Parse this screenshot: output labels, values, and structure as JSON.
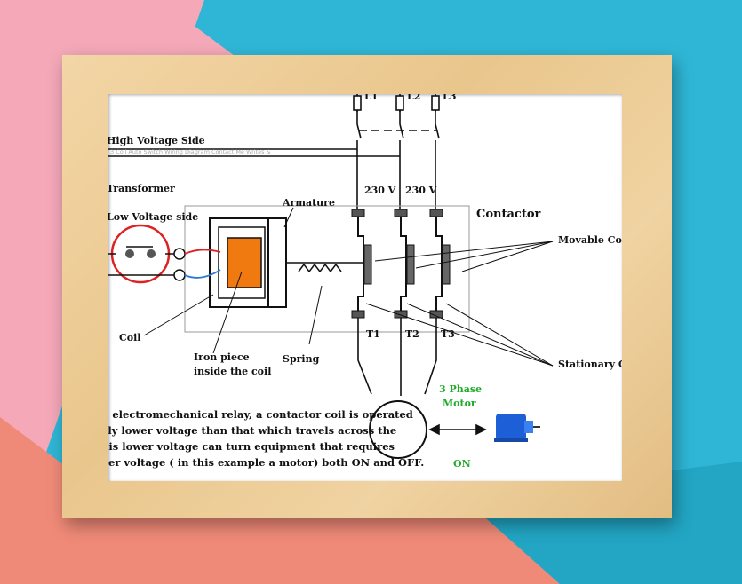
{
  "labels": {
    "l1": "L1",
    "l2": "L2",
    "l3": "L3",
    "high_voltage_side": "High Voltage Side",
    "transformer": "Transformer",
    "low_voltage_side": "Low Voltage side",
    "armature": "Armature",
    "v1": "230 V",
    "v2": "230 V",
    "contactor": "Contactor",
    "movable_contacts": "Movable Con",
    "stationary_contacts": "Stationary C",
    "coil": "Coil",
    "iron_piece_1": "Iron piece",
    "iron_piece_2": "inside the coil",
    "spring": "Spring",
    "t1": "T1",
    "t2": "T2",
    "t3": "T3",
    "motor_1": "3 Phase",
    "motor_2": "Motor",
    "on": "ON",
    "watermark": "3 Coil Auto Switch Wiring Diagram Contact Me Writes &"
  },
  "description": [
    "n electromechanical relay, a contactor coil is operated",
    "ely lower voltage than that which travels across the",
    "his lower voltage can turn equipment that requires",
    "ger voltage ( in this example a motor) both ON and OFF."
  ],
  "colors": {
    "coil": "#f07a10",
    "motor_icon": "#1d5fd6",
    "green_text": "#1faa2a",
    "pink": "#f4a8b8",
    "cyan": "#2fb6d6",
    "coral": "#f08a78"
  }
}
